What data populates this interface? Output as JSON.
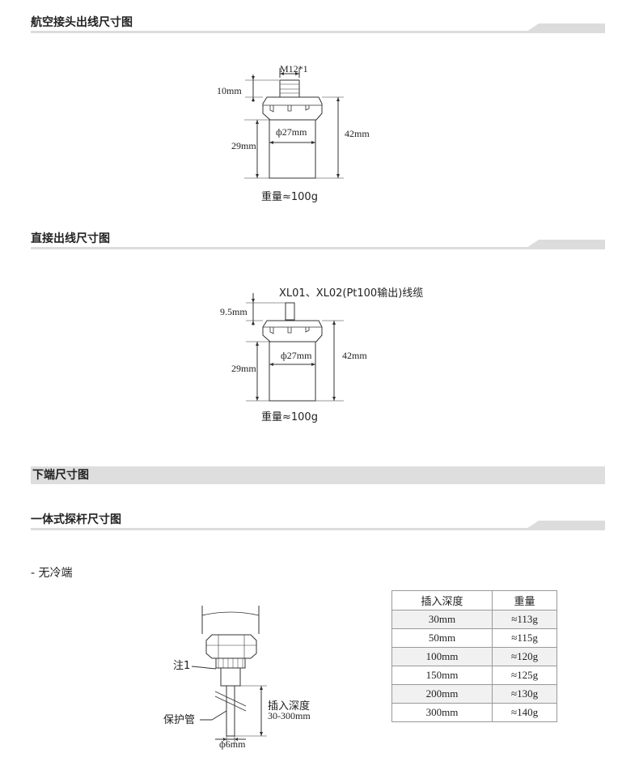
{
  "sections": {
    "aviation": {
      "title": "航空接头出线尺寸图"
    },
    "direct": {
      "title": "直接出线尺寸图"
    },
    "bottom": {
      "title": "下端尺寸图"
    },
    "probe": {
      "title": "一体式探杆尺寸图"
    }
  },
  "diagram_aviation": {
    "thread": "M12*1",
    "top_height": "10mm",
    "diameter": "ф27mm",
    "body_height": "29mm",
    "total_height": "42mm",
    "weight": "重量≈100g"
  },
  "diagram_direct": {
    "cable": "XL01、XL02(Pt100输出)线缆",
    "top_height": "9.5mm",
    "diameter": "ф27mm",
    "body_height": "29mm",
    "total_height": "42mm",
    "weight": "重量≈100g"
  },
  "no_cold_end": {
    "label": "- 无冷端",
    "note": "注1",
    "tube": "保护管",
    "depth_label": "插入深度",
    "depth_range": "30-300mm",
    "diameter": "ф6mm"
  },
  "weight_table": {
    "headers": [
      "插入深度",
      "重量"
    ],
    "rows": [
      [
        "30mm",
        "≈113g"
      ],
      [
        "50mm",
        "≈115g"
      ],
      [
        "100mm",
        "≈120g"
      ],
      [
        "150mm",
        "≈125g"
      ],
      [
        "200mm",
        "≈130g"
      ],
      [
        "300mm",
        "≈140g"
      ]
    ]
  }
}
